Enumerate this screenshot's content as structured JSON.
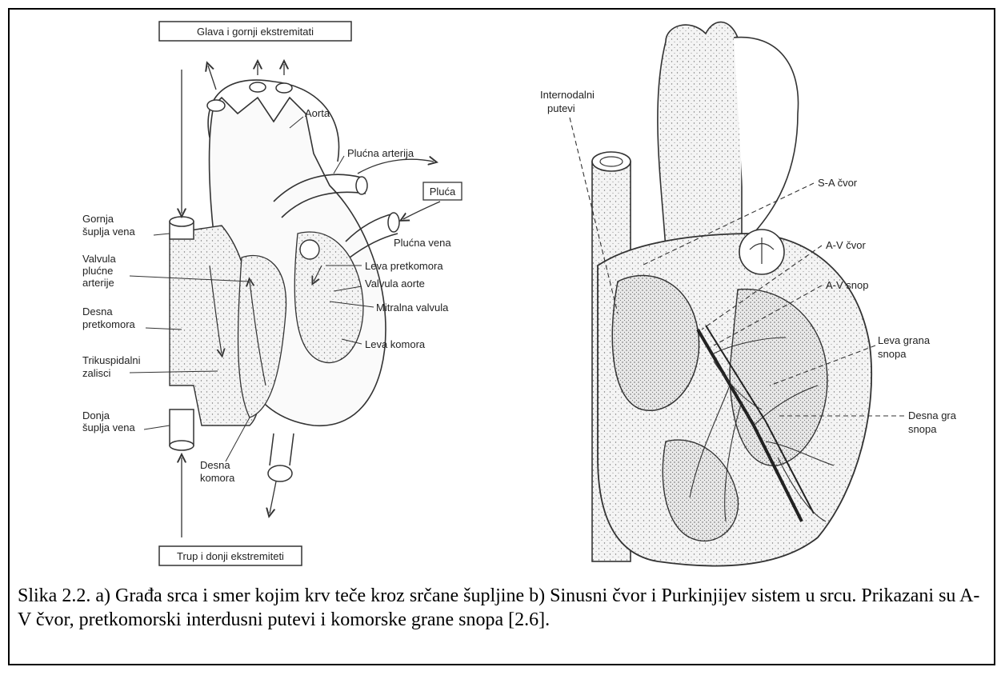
{
  "left_diagram": {
    "top_box": "Glava i gornji ekstremitati",
    "bottom_box": "Trup i donji ekstremiteti",
    "pluca_box": "Pluća",
    "labels": {
      "aorta": "Aorta",
      "plucna_arterija": "Plućna arterija",
      "gornja_1": "Gornja",
      "gornja_2": "šuplja vena",
      "plucna_vena": "Plućna vena",
      "leva_pretkomora": "Leva pretkomora",
      "valvula_aorte": "Valvula aorte",
      "mitralna": "Mitralna valvula",
      "leva_komora": "Leva komora",
      "valvula_pl_1": "Valvula",
      "valvula_pl_2": "plućne",
      "valvula_pl_3": "arterije",
      "desna_pret_1": "Desna",
      "desna_pret_2": "pretkomora",
      "trikus_1": "Trikuspidalni",
      "trikus_2": "zalisci",
      "donja_1": "Donja",
      "donja_2": "šuplja vena",
      "desna_kom_1": "Desna",
      "desna_kom_2": "komora"
    }
  },
  "right_diagram": {
    "labels": {
      "internodalni_1": "Internodalni",
      "internodalni_2": "putevi",
      "sa_cvor": "S-A čvor",
      "av_cvor": "A-V čvor",
      "av_snop": "A-V snop",
      "leva_grana_1": "Leva grana",
      "leva_grana_2": "snopa",
      "desna_gra_1": "Desna gra",
      "desna_gra_2": "snopa"
    }
  },
  "caption": "Slika 2.2. a) Građa srca i smer kojim krv teče kroz srčane šupljine b) Sinusni čvor i Purkinjijev sistem u srcu. Prikazani su A-V čvor, pretkomorski interdusni putevi i komorske grane snopa [2.6]."
}
